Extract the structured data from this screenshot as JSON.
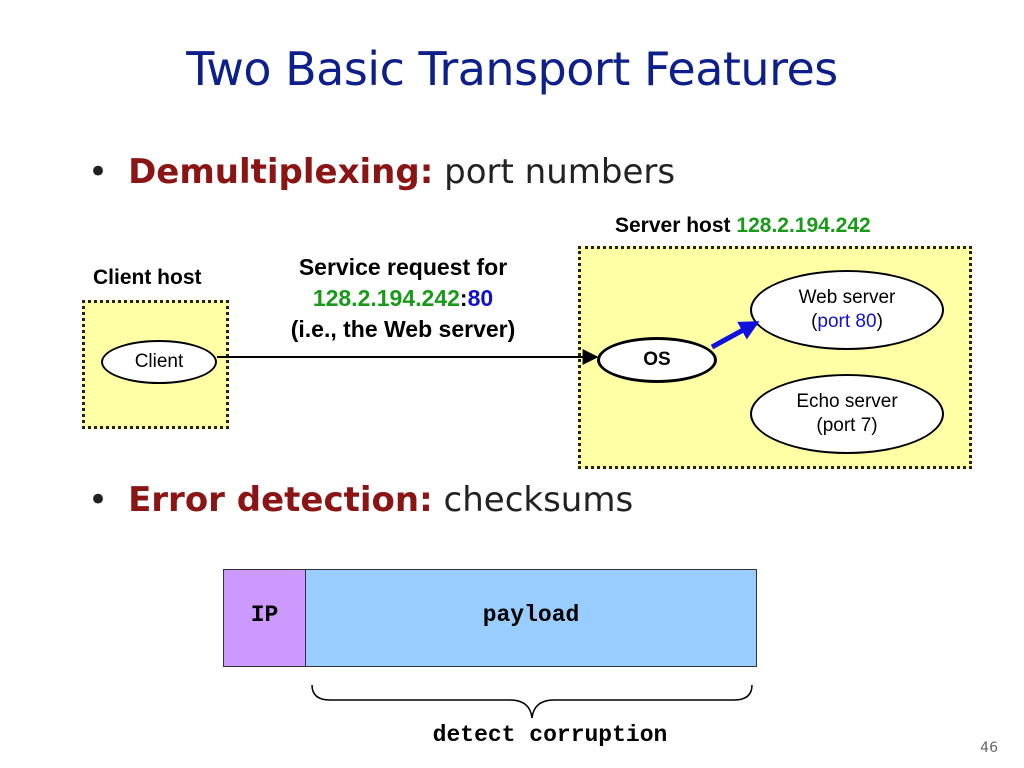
{
  "title": "Two Basic Transport Features",
  "bullets": [
    {
      "term": "Demultiplexing:",
      "text": "port numbers"
    },
    {
      "term": "Error detection:",
      "text": "checksums"
    }
  ],
  "diagram": {
    "client_host_label": "Client host",
    "client": "Client",
    "request": {
      "line1": "Service request for",
      "ip": "128.2.194.242",
      "colon": ":",
      "port": "80",
      "line3": "(i.e., the Web server)"
    },
    "server_host": {
      "label": "Server host",
      "ip": "128.2.194.242"
    },
    "os": "OS",
    "web_server": {
      "name": "Web server",
      "open": "(",
      "port": "port 80",
      "close": ")"
    },
    "echo_server": {
      "name": "Echo server",
      "port": "(port 7)"
    }
  },
  "packet": {
    "ip": "IP",
    "payload": "payload",
    "brace_label": "detect corruption"
  },
  "page_number": "46",
  "colors": {
    "title": "#0d1f8a",
    "term": "#8b1414",
    "ip_green": "#1a9a1a",
    "port_blue": "#1111cc",
    "server_fill": "#ffffa6",
    "ip_cell": "#cc99ff",
    "payload_cell": "#99ccff"
  }
}
